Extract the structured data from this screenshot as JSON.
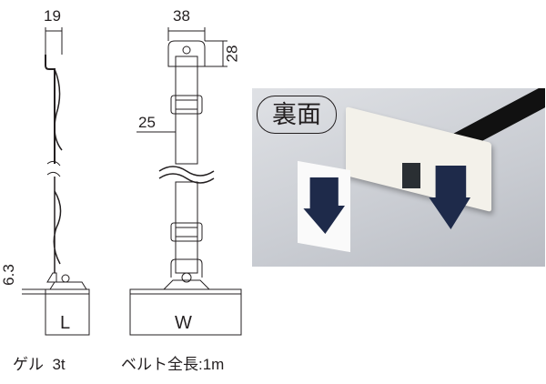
{
  "side_view": {
    "dim_width": "19",
    "dim_height": "6.3",
    "base_label": "L",
    "caption": "ゲル  3t"
  },
  "front_view": {
    "dim_width": "38",
    "dim_height": "28",
    "dim_strap": "25",
    "base_label": "W",
    "caption": "ベルト全長:1m"
  },
  "photo": {
    "badge": "裏面"
  },
  "colors": {
    "line": "#231f20",
    "arrow": "#1e2a4a"
  }
}
